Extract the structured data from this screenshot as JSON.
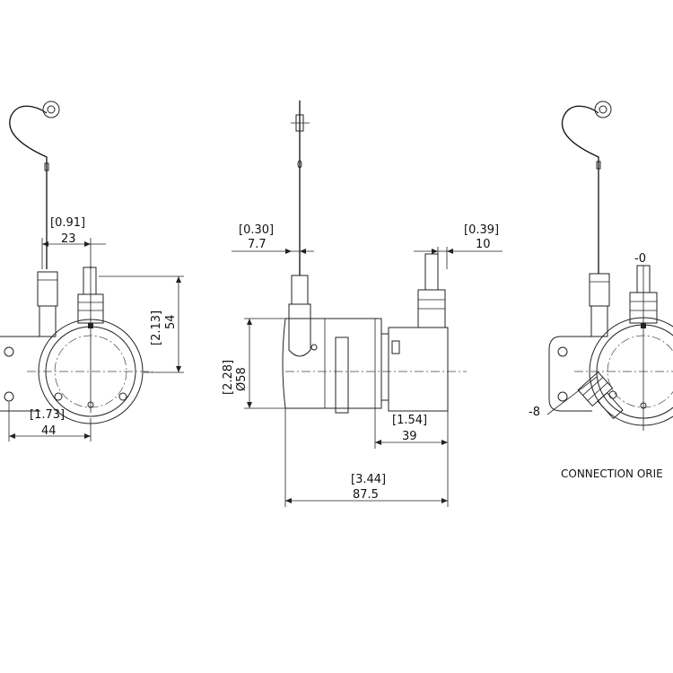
{
  "views": {
    "left": {
      "cable_offset_in": "[0.91]",
      "cable_offset_mm": "23",
      "height_in": "[2.13]",
      "height_mm": "54",
      "width_in": "[1.73]",
      "width_mm": "44"
    },
    "middle": {
      "cable_offset_in": "[0.30]",
      "cable_offset_mm": "7.7",
      "connector_offset_in": "[0.39]",
      "connector_offset_mm": "10",
      "diameter_in": "[2.28]",
      "diameter_mm": "Ø58",
      "connector_length_in": "[1.54]",
      "connector_length_mm": "39",
      "total_length_in": "[3.44]",
      "total_length_mm": "87.5"
    },
    "right": {
      "angle_top": "-0",
      "angle_left": "-8",
      "caption": "CONNECTION ORIE"
    }
  }
}
